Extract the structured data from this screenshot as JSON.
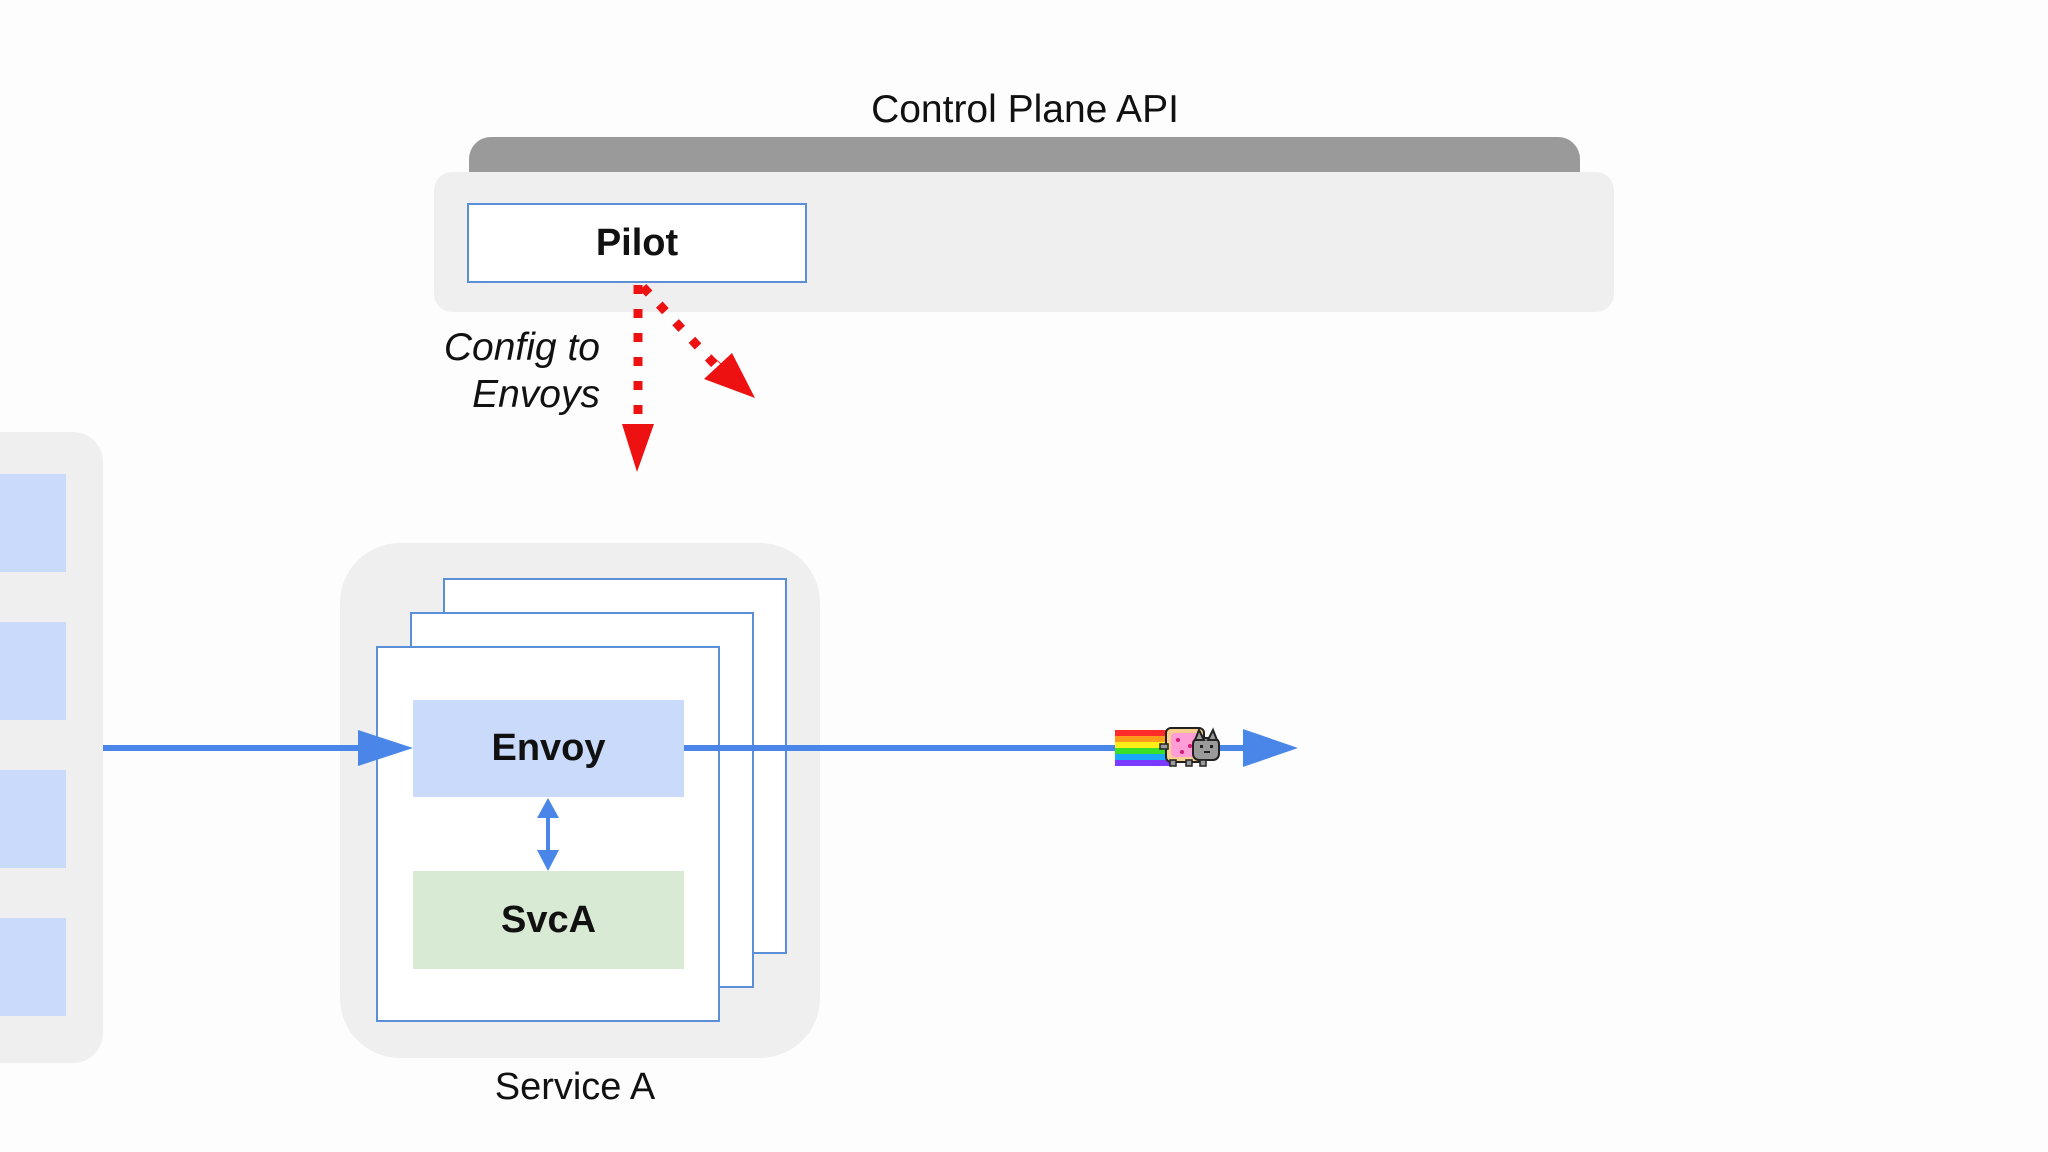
{
  "control_plane": {
    "title": "Control Plane API",
    "pilot_label": "Pilot"
  },
  "config": {
    "label_line1": "Config to",
    "label_line2": "Envoys"
  },
  "service_a": {
    "envoy_label": "Envoy",
    "svc_label": "SvcA",
    "name": "Service A"
  },
  "colors": {
    "blue_accent": "#4a86e8",
    "red_config": "#ee1111",
    "envoy_fill": "#c9dafa",
    "svc_fill": "#d8e9d4",
    "panel_gray": "#efefef",
    "bar_gray": "#9a9a9a"
  },
  "icons": {
    "traffic_mascot": "nyan-cat-icon"
  }
}
